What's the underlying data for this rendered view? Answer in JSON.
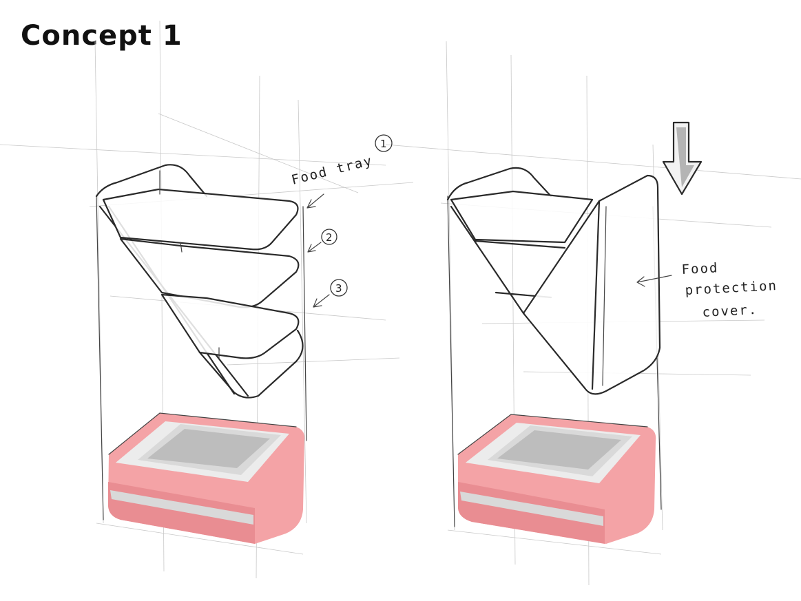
{
  "title": "Concept 1",
  "annotations": {
    "food_tray": "Food tray",
    "tray_1": "1",
    "tray_2": "2",
    "tray_3": "3",
    "cover_line1": "Food",
    "cover_line2": "protection",
    "cover_line3": "cover."
  },
  "colors": {
    "base_accent": "#f4a3a6",
    "ink": "#2a2a2a",
    "guide": "#c8c8c8"
  }
}
